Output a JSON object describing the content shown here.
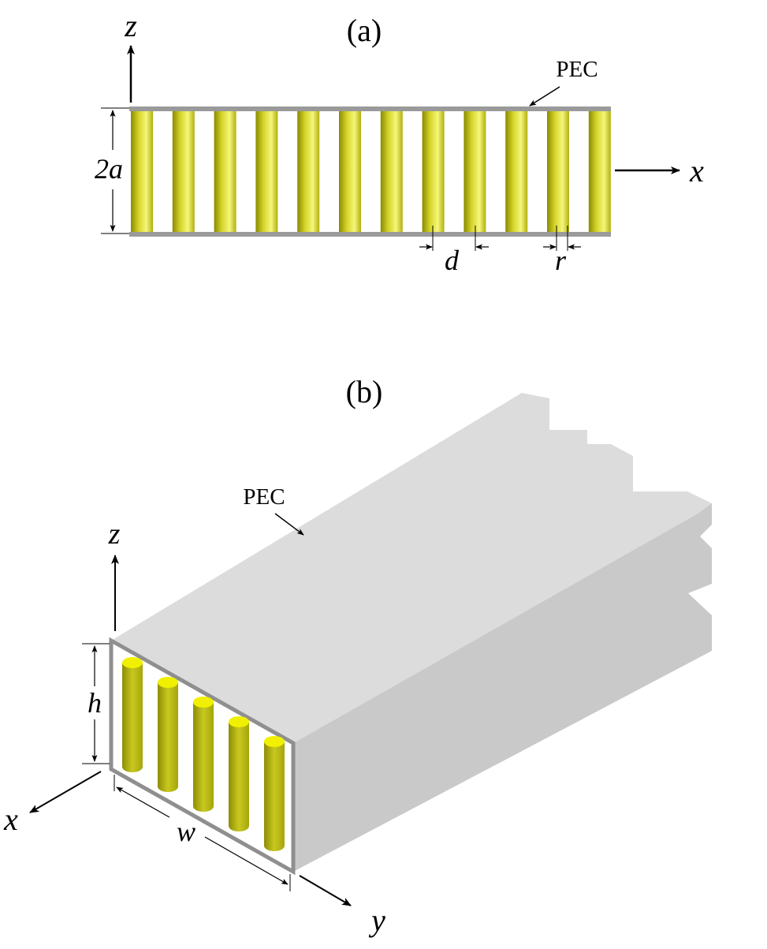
{
  "panel_a": {
    "label": "(a)",
    "axis_z": "z",
    "axis_x": "x",
    "pec_label": "PEC",
    "dim_2a": "2a",
    "dim_d": "d",
    "dim_r": "r",
    "rod_count": 12
  },
  "panel_b": {
    "label": "(b)",
    "pec_label": "PEC",
    "axis_z": "z",
    "axis_x": "x",
    "axis_y": "y",
    "dim_h": "h",
    "dim_w": "w",
    "rod_count": 5
  },
  "colors": {
    "rod_dark": "#8a8a00",
    "rod_light": "#f6f67a",
    "rod_top": "#f0f000",
    "pec_plate": "#9a9a9a",
    "box_top": "#dcdcdc",
    "box_side": "#c9c9c9",
    "box_front": "#ffffff"
  }
}
